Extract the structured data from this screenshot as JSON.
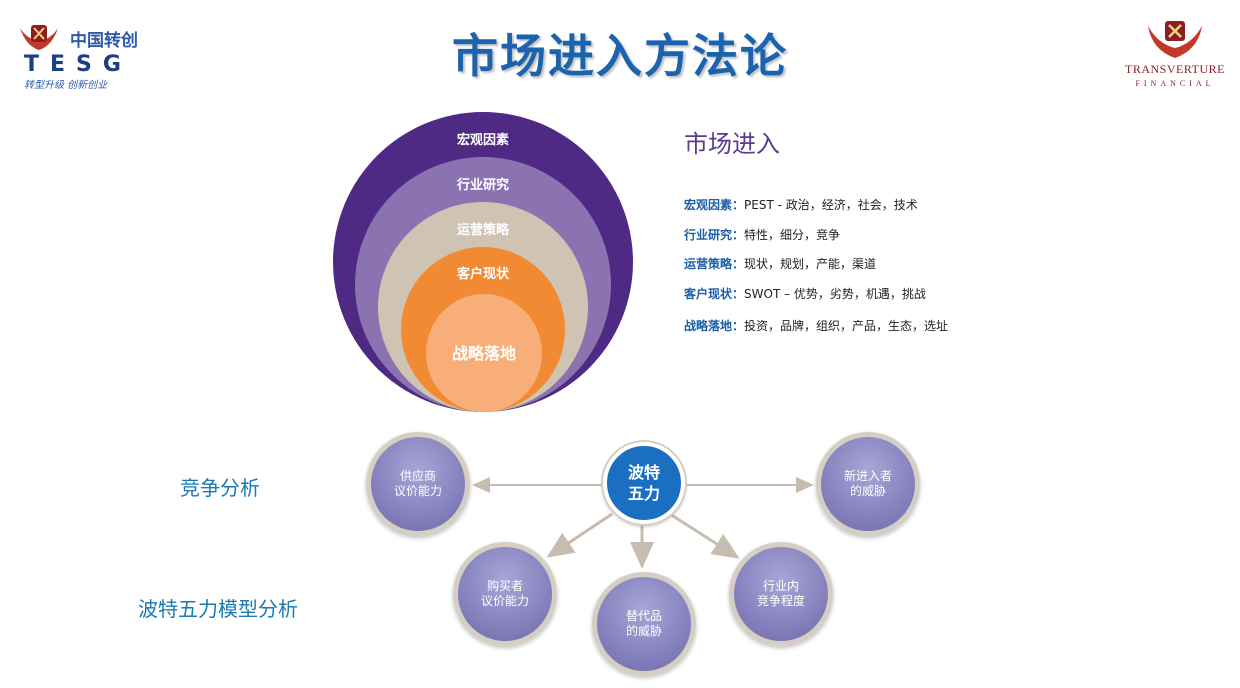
{
  "title": "市场进入方法论",
  "logo_left": {
    "cn_name": "中国转创",
    "name": "TESG",
    "slogan": "转型升级 创新创业"
  },
  "logo_right": {
    "name": "TRANSVERTURE",
    "sub": "FINANCIAL"
  },
  "circles": [
    {
      "label": "宏观因素",
      "color": "#4e2a84"
    },
    {
      "label": "行业研究",
      "color": "#8a73b0"
    },
    {
      "label": "运营策略",
      "color": "#cfc3b3"
    },
    {
      "label": "客户现状",
      "color": "#f18a32"
    },
    {
      "label": "战略落地",
      "color": "#f8ae78"
    }
  ],
  "market_entry": {
    "heading": "市场进入",
    "items": [
      {
        "term": "宏观因素：",
        "desc": "PEST - 政治，经济，社会，技术"
      },
      {
        "term": "行业研究：",
        "desc": "特性，细分，竞争"
      },
      {
        "term": "运营策略：",
        "desc": "现状，规划，产能，渠道"
      },
      {
        "term": "客户现状：",
        "desc": "SWOT – 优势，劣势，机遇，挑战"
      },
      {
        "term": "战略落地：",
        "desc": "投资，品牌，组织，产品，生态，选址"
      }
    ]
  },
  "competition_label": "竞争分析",
  "porter_label": "波特五力模型分析",
  "porter": {
    "center": "波特\n五力",
    "suppliers": "供应商\n议价能力",
    "new_entrants": "新进入者\n的威胁",
    "buyers": "购买者\n议价能力",
    "substitutes": "替代品\n的威胁",
    "rivalry": "行业内\n竞争程度"
  }
}
